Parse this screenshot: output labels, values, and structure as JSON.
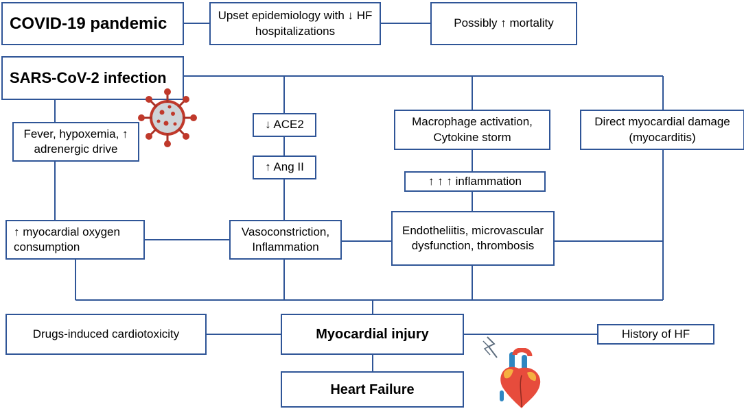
{
  "top_row": {
    "covid": "COVID-19 pandemic",
    "epidemiology": "Upset epidemiology with ↓ HF hospitalizations",
    "mortality": "Possibly ↑ mortality"
  },
  "infection": "SARS-CoV-2 infection",
  "branches": {
    "fever": "Fever, hypoxemia, ↑ adrenergic drive",
    "ace2": "↓ ACE2",
    "ang2": "↑ Ang II",
    "macrophage": "Macrophage activation, Cytokine storm",
    "inflammation": "↑ ↑ ↑ inflammation",
    "direct_damage": "Direct myocardial damage (myocarditis)"
  },
  "middle_row": {
    "oxygen": "↑ myocardial oxygen consumption",
    "vasoconstriction": "Vasoconstriction, Inflammation",
    "endotheliitis": "Endotheliitis, microvascular dysfunction, thrombosis"
  },
  "bottom_row": {
    "drugs": "Drugs-induced cardiotoxicity",
    "injury": "Myocardial injury",
    "history": "History of HF",
    "heart_failure": "Heart Failure"
  },
  "colors": {
    "box_border": "#2f5597",
    "connector": "#2f5597",
    "virus": "#c0392b",
    "heart_red": "#e74c3c",
    "heart_blue": "#2e86c1"
  },
  "icons": [
    "coronavirus-icon",
    "heart-icon",
    "lightning-icon"
  ]
}
